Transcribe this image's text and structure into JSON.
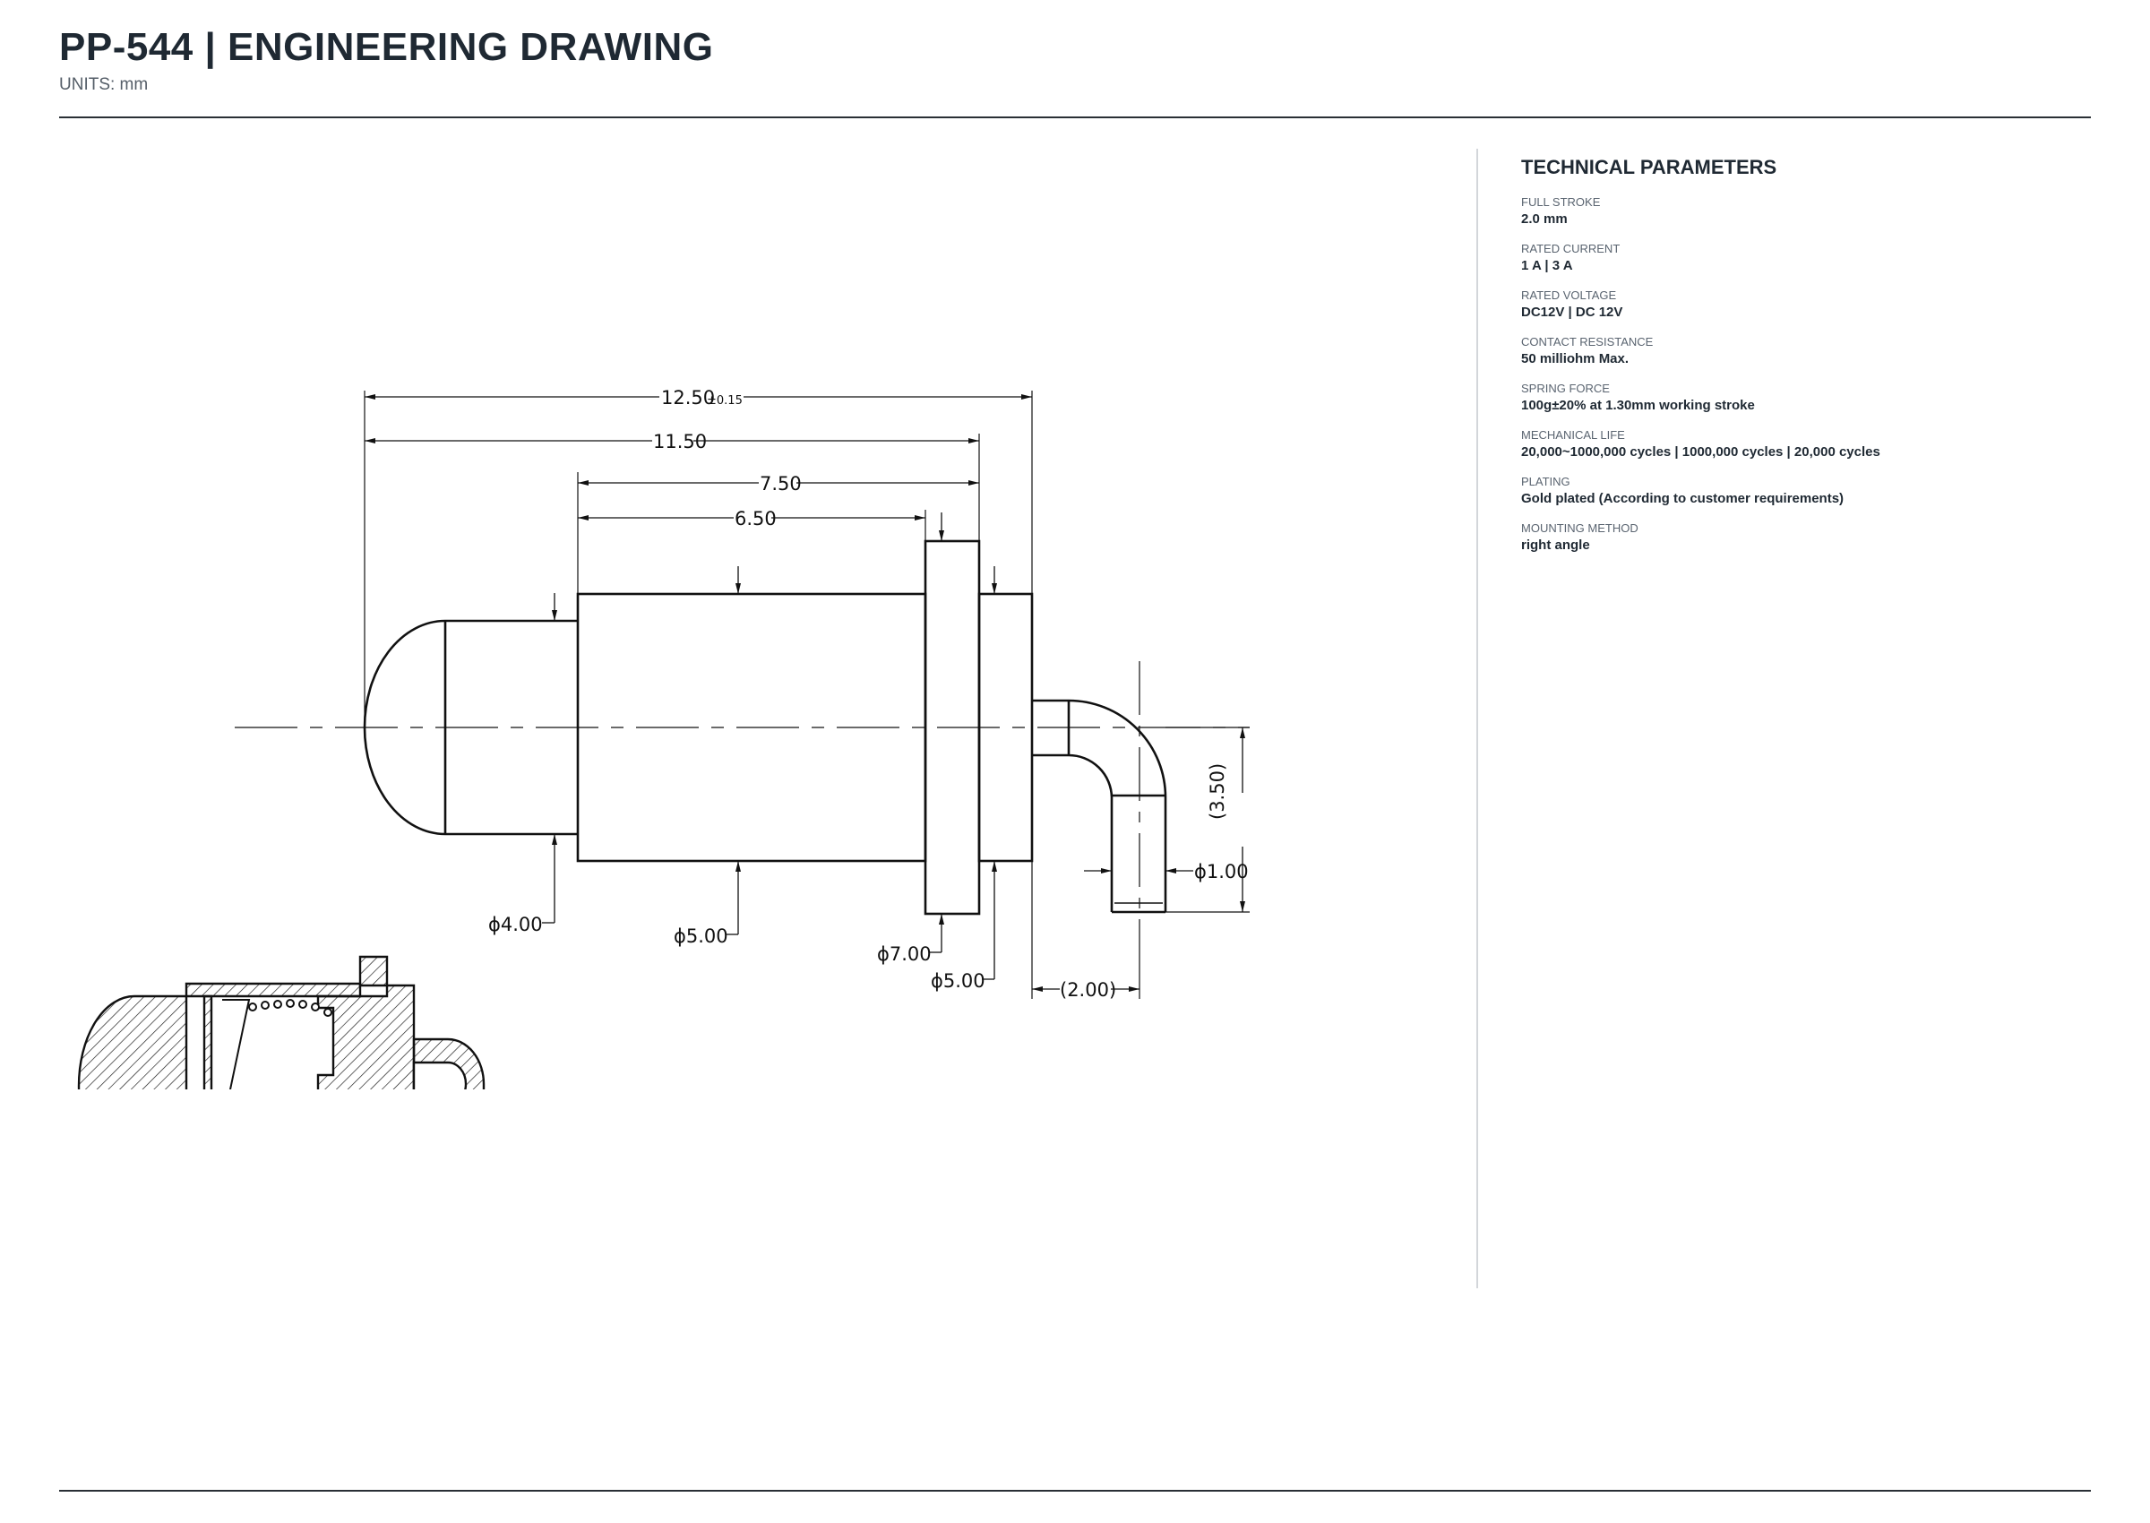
{
  "header": {
    "title": "PP-544  |  ENGINEERING DRAWING",
    "units": "UNITS: mm"
  },
  "parameters": {
    "heading": "TECHNICAL PARAMETERS",
    "items": [
      {
        "label": "FULL STROKE",
        "value": "2.0 mm"
      },
      {
        "label": "RATED CURRENT",
        "value": "1 A | 3 A"
      },
      {
        "label": "RATED VOLTAGE",
        "value": "DC12V | DC 12V"
      },
      {
        "label": "CONTACT RESISTANCE",
        "value": "50 milliohm Max."
      },
      {
        "label": "SPRING FORCE",
        "value": "100g±20% at 1.30mm working stroke"
      },
      {
        "label": "MECHANICAL LIFE",
        "value": "20,000~1000,000 cycles | 1000,000 cycles | 20,000 cycles"
      },
      {
        "label": "PLATING",
        "value": "Gold plated (According to customer requirements)"
      },
      {
        "label": "MOUNTING METHOD",
        "value": "right angle"
      }
    ]
  },
  "drawing": {
    "dim_overall": "12.50",
    "dim_overall_tol": "±0.15",
    "dim_11_50": "11.50",
    "dim_7_50": "7.50",
    "dim_6_50": "6.50",
    "dia_4": "ϕ4.00",
    "dia_5_body": "ϕ5.00",
    "dia_7": "ϕ7.00",
    "dia_5_rear": "ϕ5.00",
    "dia_1": "ϕ1.00",
    "dim_2_00": "(2.00)",
    "dim_3_50": "(3.50)"
  },
  "colors": {
    "line": "#111111",
    "text": "#1f2933",
    "muted": "#5a6470",
    "separator": "#d3d6da"
  }
}
